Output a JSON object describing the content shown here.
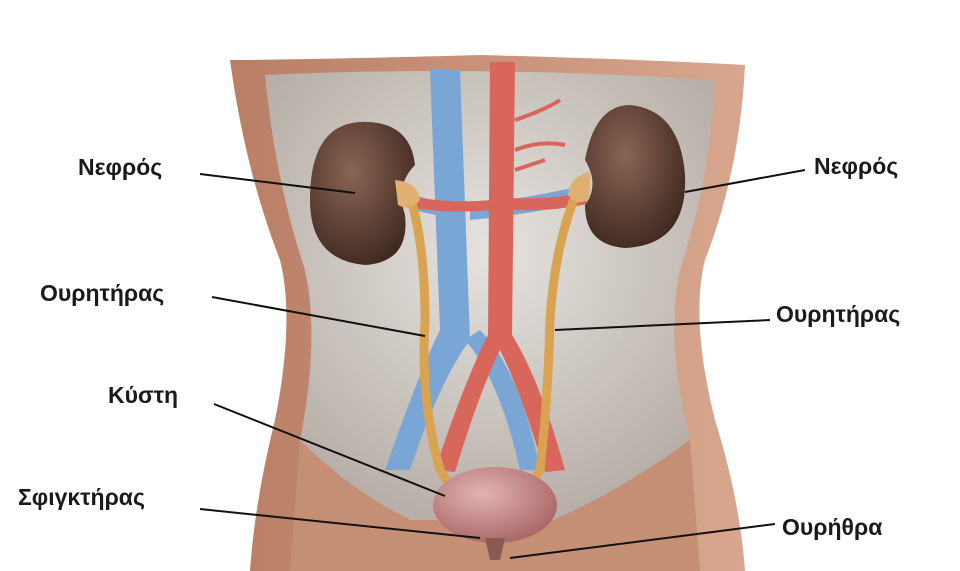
{
  "labels": {
    "kidney_left": "Νεφρός",
    "kidney_right": "Νεφρός",
    "ureter_left": "Ουρητήρας",
    "ureter_right": "Ουρητήρας",
    "bladder": "Κύστη",
    "sphincter": "Σφιγκτήρας",
    "urethra": "Ουρήθρα"
  },
  "colors": {
    "skin": "#c9937a",
    "cavity": "#d7d3cf",
    "kidney": "#5a3b30",
    "vein": "#7aa6d6",
    "artery": "#d9665a",
    "ureter": "#d9a352",
    "bladder": "#c98a8a",
    "leader": "#111111"
  }
}
